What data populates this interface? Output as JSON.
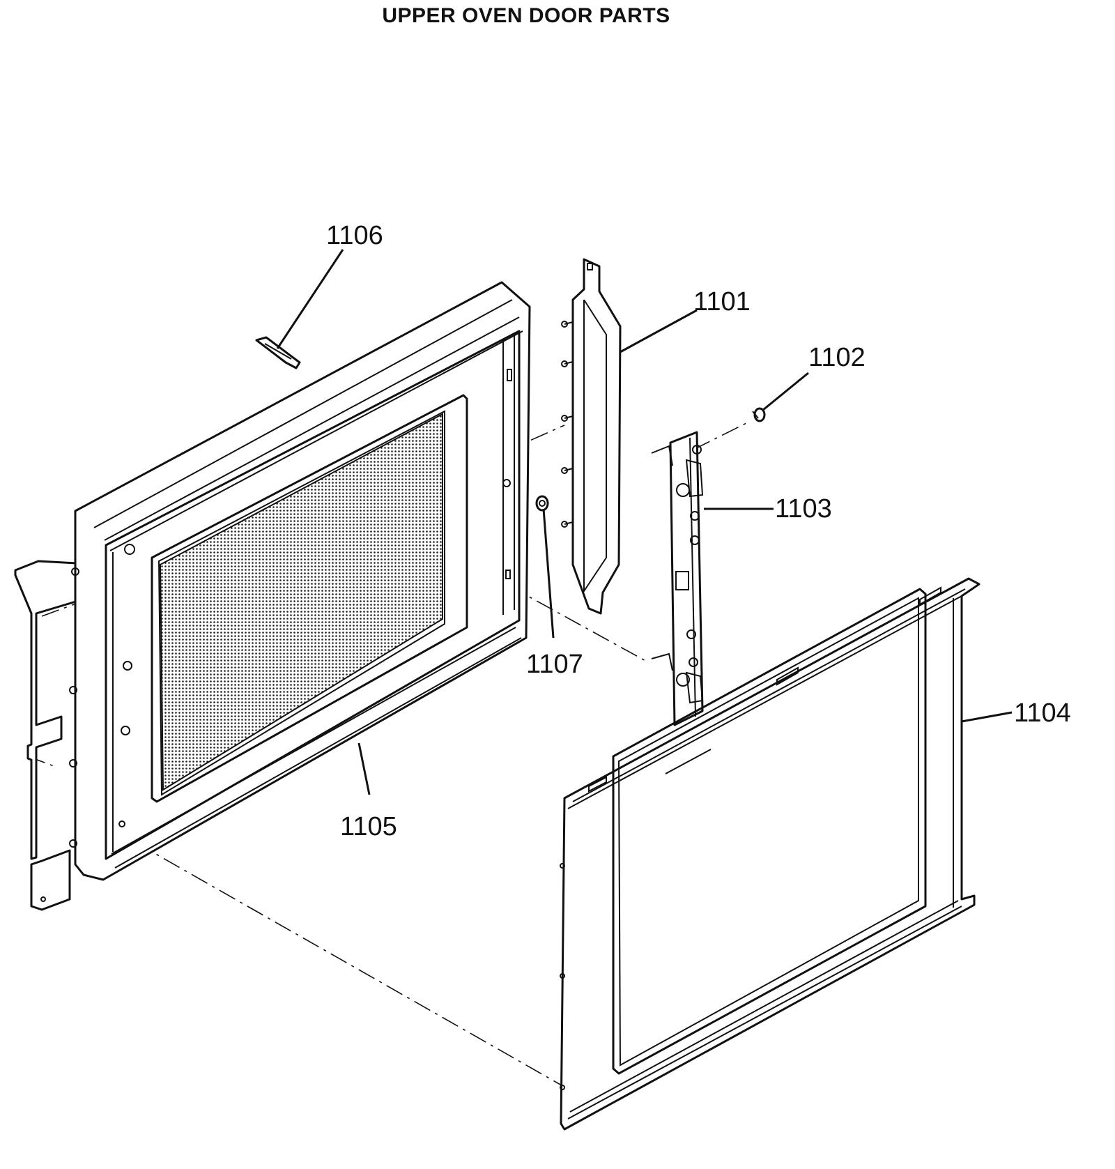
{
  "header": {
    "title": "UPPER OVEN DOOR PARTS"
  },
  "callouts": {
    "p1101": "1101",
    "p1102": "1102",
    "p1103": "1103",
    "p1104": "1104",
    "p1105": "1105",
    "p1106": "1106",
    "p1107": "1107"
  }
}
